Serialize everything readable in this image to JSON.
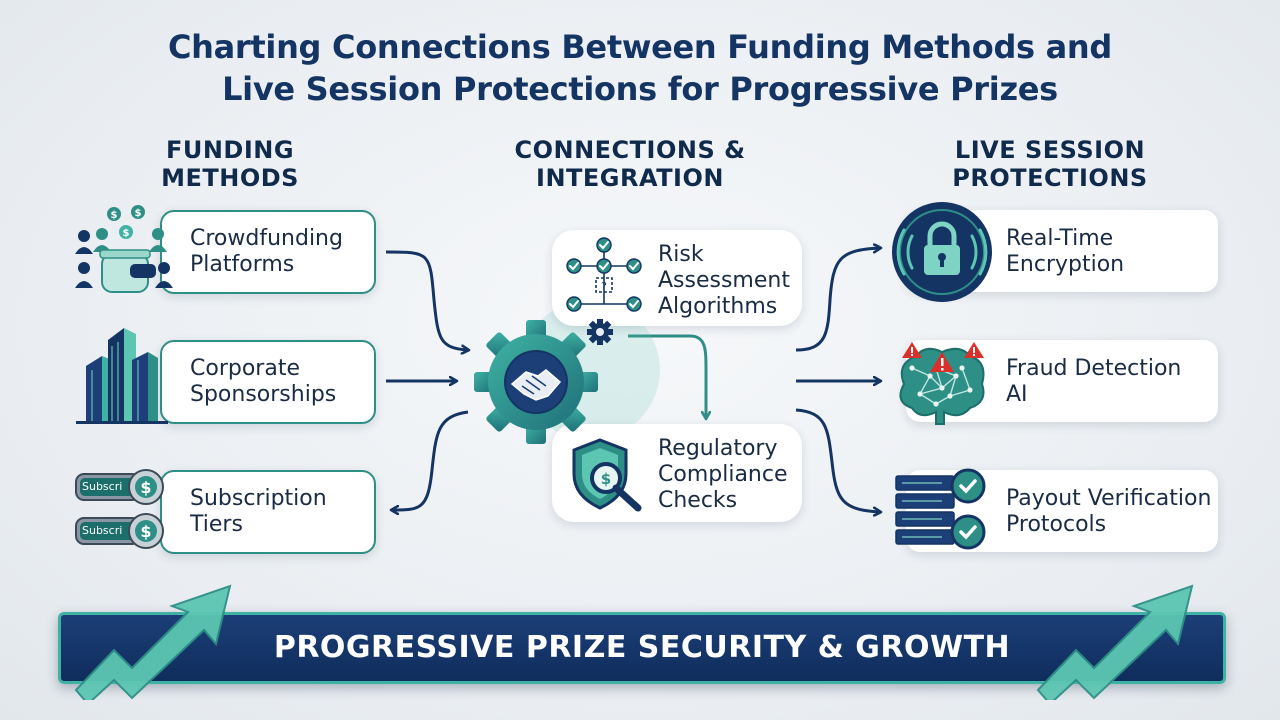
{
  "title": {
    "line1": "Charting Connections Between Funding Methods and",
    "line2": "Live Session Protections for Progressive Prizes"
  },
  "columns": {
    "funding": {
      "line1": "FUNDING",
      "line2": "METHODS"
    },
    "connections": {
      "line1": "CONNECTIONS &",
      "line2": "INTEGRATION"
    },
    "protections": {
      "line1": "LIVE SESSION",
      "line2": "PROTECTIONS"
    }
  },
  "funding_methods": [
    {
      "line1": "Crowdfunding",
      "line2": "Platforms",
      "icon": "crowdfunding-jar-icon"
    },
    {
      "line1": "Corporate",
      "line2": "Sponsorships",
      "icon": "skyscraper-icon"
    },
    {
      "line1": "Subscription",
      "line2": "Tiers",
      "icon": "subscription-tokens-icon",
      "token_label": "Subscri"
    }
  ],
  "integration": [
    {
      "line1": "Risk",
      "line2": "Assessment",
      "line3": "Algorithms",
      "icon": "flowchart-checks-icon"
    },
    {
      "line1": "Regulatory",
      "line2": "Compliance",
      "line3": "Checks",
      "icon": "shield-magnifier-icon"
    }
  ],
  "hub": {
    "icon": "gear-handshake-icon"
  },
  "protections": [
    {
      "line1": "Real-Time",
      "line2": "Encryption",
      "icon": "lock-signal-icon"
    },
    {
      "line1": "Fraud Detection",
      "line2": "AI",
      "icon": "brain-warning-icon"
    },
    {
      "line1": "Payout Verification",
      "line2": "Protocols",
      "icon": "server-check-icon"
    }
  ],
  "banner": {
    "text": "PROGRESSIVE PRIZE SECURITY & GROWTH"
  },
  "colors": {
    "navy": "#143463",
    "teal": "#2e8f86",
    "mint": "#5cc6b2",
    "warning": "#d9302c"
  }
}
